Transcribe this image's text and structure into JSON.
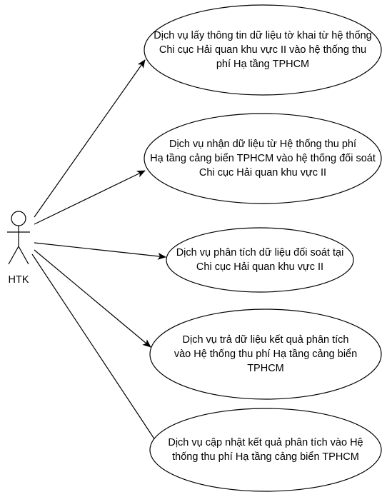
{
  "actor": {
    "name": "HTK"
  },
  "use_cases": [
    {
      "label": "Dịch vụ lấy thông tin dữ liệu tờ khai từ hệ thống\nChi cục Hải quan khu vực II vào hệ thống thu\nphí Hạ tầng TPHCM"
    },
    {
      "label": "Dịch vụ nhận dữ liệu từ Hệ thống thu phí\nHạ tầng cảng biển TPHCM vào hệ thống đối soát\nChi cục Hải quan khu vực II"
    },
    {
      "label": "Dịch vụ phân tích dữ liệu đối soát tại\nChi cục Hải quan khu vực II"
    },
    {
      "label": "Dịch vụ trả dữ liệu kết quả phân tích\nvào Hệ thống thu phí Hạ tầng cảng biển\nTPHCM"
    },
    {
      "label": "Dịch vụ cập nhật kết quả phân tích vào Hệ\nthống thu phí Hạ tầng cảng biển TPHCM"
    }
  ]
}
